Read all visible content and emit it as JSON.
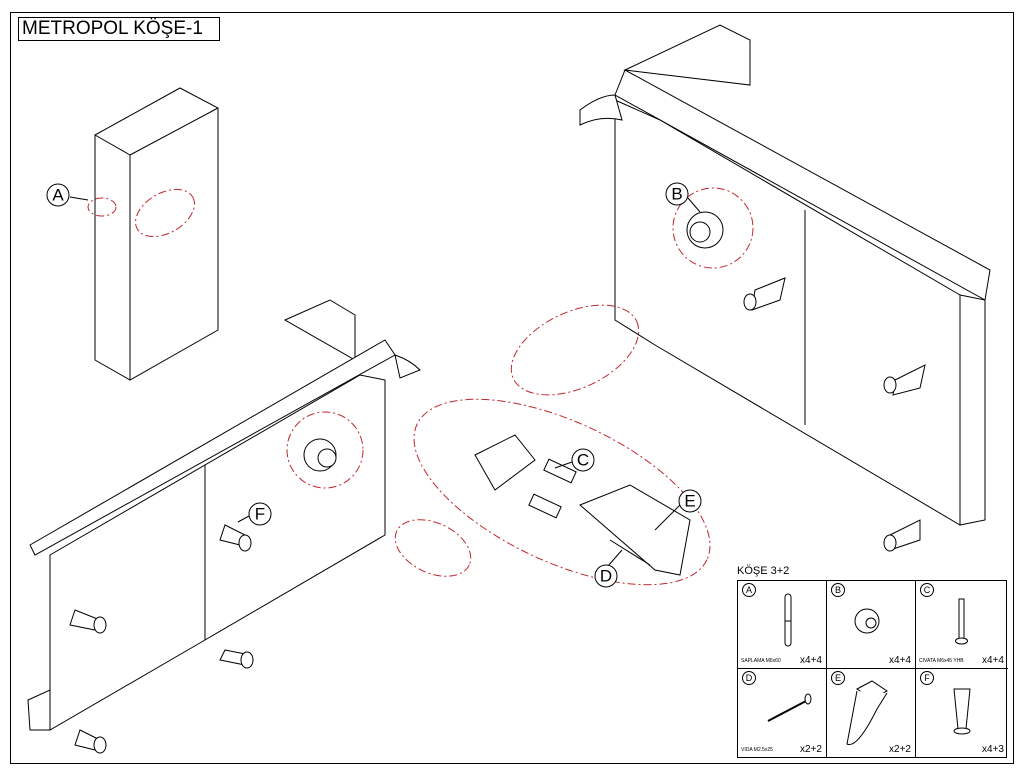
{
  "title": "METROPOL KÖŞE-1",
  "callouts": [
    "A",
    "B",
    "C",
    "D",
    "E",
    "F"
  ],
  "parts_table": {
    "heading": "KÖŞE 3+2",
    "parts": [
      {
        "letter": "A",
        "name": "SAPLAMA M6x60",
        "qty": "x4+4"
      },
      {
        "letter": "B",
        "name": "",
        "qty": "x4+4"
      },
      {
        "letter": "C",
        "name": "CIVATA M6x45 YHB",
        "qty": "x4+4"
      },
      {
        "letter": "D",
        "name": "VIDA M2.5x25",
        "qty": "x2+2"
      },
      {
        "letter": "E",
        "name": "",
        "qty": "x2+2"
      },
      {
        "letter": "F",
        "name": "",
        "qty": "x4+3"
      }
    ]
  },
  "colors": {
    "line": "#000000",
    "dash": "#c0272d"
  }
}
